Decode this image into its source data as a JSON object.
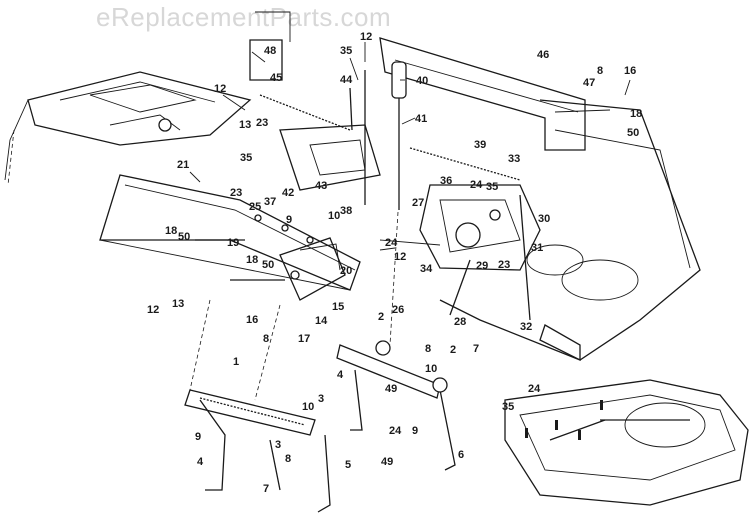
{
  "watermark": "eReplacementParts.com",
  "callouts": [
    "48",
    "35",
    "12",
    "46",
    "45",
    "44",
    "40",
    "8",
    "47",
    "16",
    "12",
    "41",
    "13",
    "23",
    "39",
    "33",
    "18",
    "50",
    "35",
    "21",
    "42",
    "37",
    "43",
    "36",
    "24",
    "35",
    "23",
    "27",
    "30",
    "25",
    "9",
    "10",
    "38",
    "24",
    "18",
    "50",
    "19",
    "12",
    "31",
    "18",
    "50",
    "20",
    "34",
    "29",
    "23",
    "12",
    "13",
    "15",
    "16",
    "26",
    "28",
    "32",
    "8",
    "17",
    "14",
    "2",
    "7",
    "1",
    "4",
    "49",
    "8",
    "10",
    "2",
    "24",
    "35",
    "3",
    "10",
    "9",
    "4",
    "24",
    "49",
    "9",
    "6",
    "7",
    "3",
    "8",
    "5"
  ]
}
